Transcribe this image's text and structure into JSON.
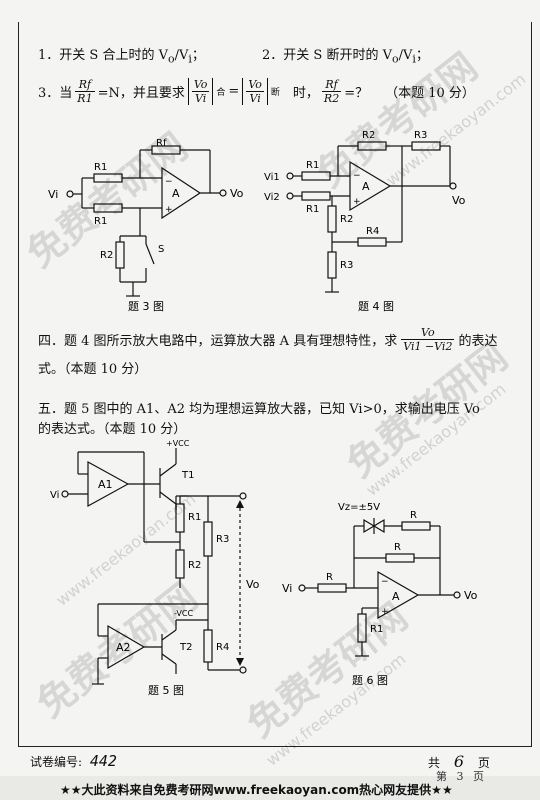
{
  "q_parts": {
    "p1": "1．开关 S 合上时的 V",
    "p1_sub_o": "o",
    "p1_sep": "/V",
    "p1_sub_i": "i",
    "p1_end": "；",
    "p2": "2．开关 S 断开时的 V",
    "p2_sub_o": "o",
    "p2_sep": "/V",
    "p2_sub_i": "i",
    "p2_end": "；",
    "p3_a": "3．当",
    "p3_frac_num": "Rf",
    "p3_frac_den": "R1",
    "p3_b": "=N，并且要求",
    "p3_abs1_num": "Vo",
    "p3_abs1_den": "Vi",
    "p3_abs1_sub": "合",
    "p3_eq": "=",
    "p3_abs2_num": "Vo",
    "p3_abs2_den": "Vi",
    "p3_abs2_sub": "断",
    "p3_c": "时，",
    "p3_frac2_num": "Rf",
    "p3_frac2_den": "R2",
    "p3_d": "=？",
    "p3_score": "（本题 10 分）"
  },
  "fig3": {
    "rf": "Rf",
    "r1a": "R1",
    "r1b": "R1",
    "vi": "Vi",
    "amp": "A",
    "vo": "Vo",
    "r2": "R2",
    "s": "S",
    "caption": "题 3 图"
  },
  "fig4": {
    "r2top": "R2",
    "r3top": "R3",
    "vi1": "Vi1",
    "vi2": "Vi2",
    "r1a": "R1",
    "r1b": "R1",
    "amp": "A",
    "vo": "Vo",
    "r2": "R2",
    "r4": "R4",
    "r3": "R3",
    "caption": "题 4 图"
  },
  "q4": {
    "line1_a": "四．题 4 图所示放大电路中，运算放大器 A 具有理想特性，求",
    "frac_num": "Vo",
    "frac_den": "Vi1 −Vi2",
    "line1_b": "的表达",
    "line2": "式。（本题 10 分）"
  },
  "q5": {
    "line1": "五．题 5 图中的 A1、A2 均为理想运算放大器，已知 Vi>0，求输出电压 Vo",
    "line2": "的表达式。（本题 10 分）"
  },
  "fig5": {
    "vcc_top": "+VCC",
    "a1": "A1",
    "t1": "T1",
    "vi": "Vi",
    "r1": "R1",
    "r2": "R2",
    "r3": "R3",
    "vo": "Vo",
    "vcc_bot": "-VCC",
    "a2": "A2",
    "t2": "T2",
    "r4": "R4",
    "caption": "题 5 图"
  },
  "fig6": {
    "vz": "Vz=±5V",
    "r_top": "R",
    "r_mid": "R",
    "vi": "Vi",
    "r_in": "R",
    "amp": "A",
    "vo": "Vo",
    "r1": "R1",
    "caption": "题 6 图"
  },
  "footer": {
    "exam_no_label": "试卷编号:",
    "exam_no": "442",
    "total_label": "共",
    "total_pages": "6",
    "page_unit": "页",
    "page_label": "第",
    "page_no": "3",
    "banner": "★★大此资料来自免费考研网www.freekaoyan.com热心网友提供★★"
  },
  "watermarks": {
    "cn": "免费考研网",
    "url": "www.freekaoyan.com"
  }
}
